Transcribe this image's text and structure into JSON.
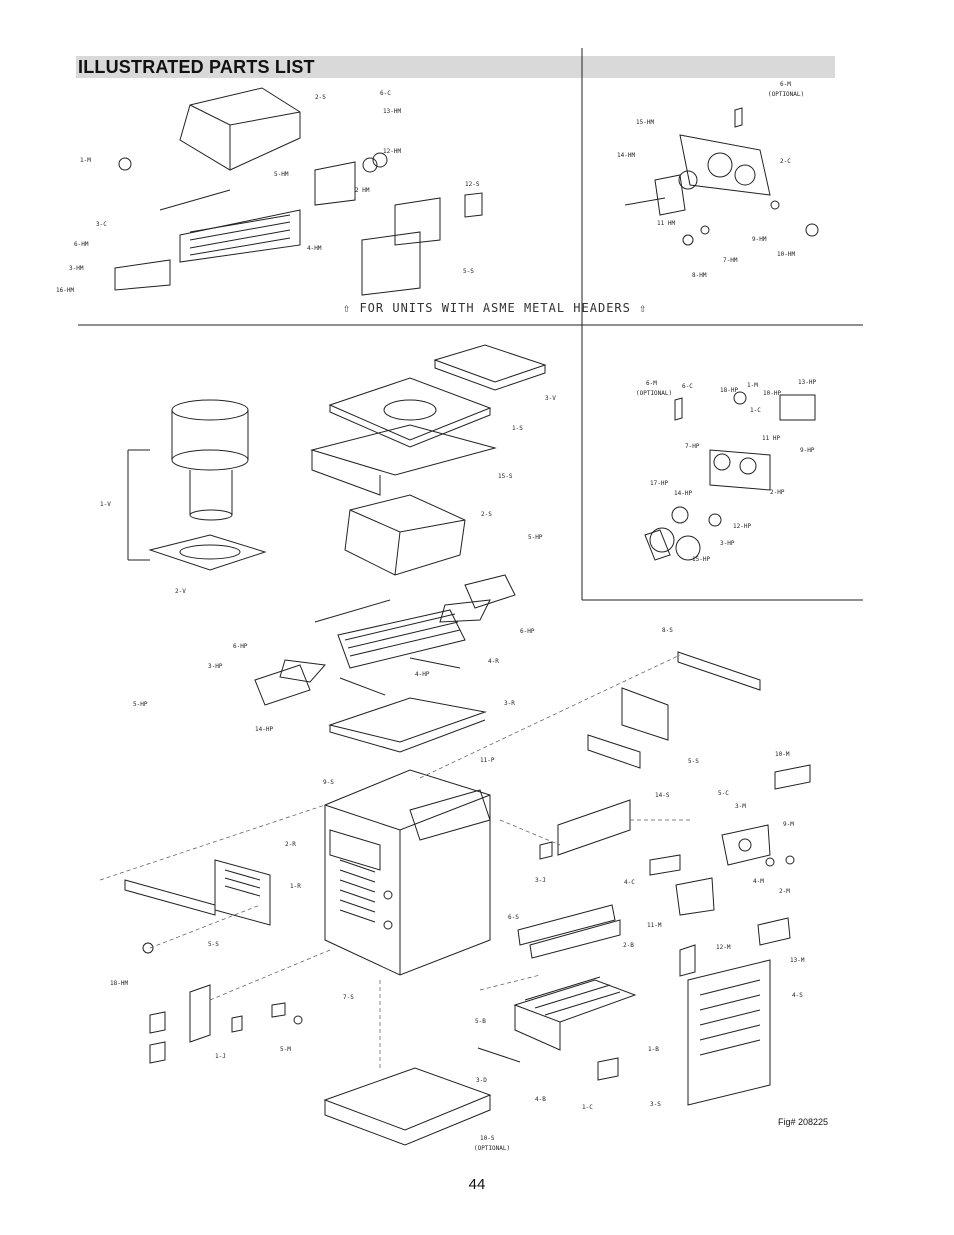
{
  "header": {
    "title": "ILLUSTRATED PARTS LIST"
  },
  "banner": "⇧ FOR UNITS WITH ASME METAL HEADERS ⇧",
  "figure_id": "Fig# 208225",
  "page_number": "44",
  "labels": {
    "top_left": [
      "2-S",
      "6-C",
      "13-HM",
      "12-HM",
      "2 HM",
      "1-M",
      "5-HM",
      "12-S",
      "3-C",
      "6-HM",
      "4-HM",
      "3-HM",
      "16-HM",
      "5-S"
    ],
    "top_right": [
      "6-M",
      "(OPTIONAL)",
      "15-HM",
      "14-HM",
      "2-C",
      "11 HM",
      "9-HM",
      "7-HM",
      "10-HM",
      "8-HM"
    ],
    "mid_right": [
      "6-M",
      "(OPTIONAL)",
      "6-C",
      "18-HP",
      "1-M",
      "10-HP",
      "13-HP",
      "1-C",
      "11 HP",
      "7-HP",
      "9-HP",
      "2-HP",
      "17-HP",
      "14-HP",
      "12-HP",
      "3-HP",
      "15-HP"
    ],
    "main": [
      "3-V",
      "1-S",
      "15-S",
      "1-V",
      "2-V",
      "2-S",
      "5-HP",
      "6-HP",
      "8-S",
      "6-HP",
      "3-HP",
      "4-HP",
      "4-R",
      "5-HP",
      "14-HP",
      "3-R",
      "5-S",
      "10-M",
      "11-P",
      "9-S",
      "14-S",
      "5-C",
      "3-M",
      "9-M",
      "2-R",
      "1-R",
      "3-J",
      "4-C",
      "4-M",
      "2-M",
      "6-S",
      "11-M",
      "2-B",
      "5-S",
      "12-M",
      "13-M",
      "18-HM",
      "7-S",
      "4-S",
      "5-B",
      "1-J",
      "5-M",
      "1-B",
      "3-D",
      "4-B",
      "1-C",
      "3-S",
      "10-S",
      "(OPTIONAL)"
    ]
  }
}
